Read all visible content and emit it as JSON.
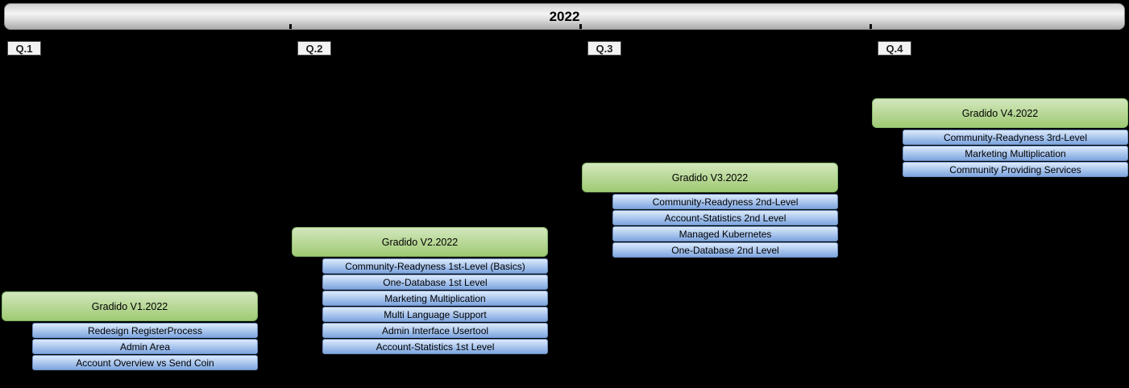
{
  "year": {
    "title": "2022"
  },
  "colors": {
    "background": "#000000",
    "year_bar_light": "#f4f4f4",
    "year_bar_dark": "#acacac",
    "release_green_top": "#d3e7bd",
    "release_green_bottom": "#9fca73",
    "release_green_border": "#82b366",
    "item_blue_top": "#dceafc",
    "item_blue_bottom": "#7ea6e0",
    "item_blue_border": "#6c8ebf",
    "quarter_label_bg": "#f2f2f2"
  },
  "quarters": [
    {
      "label": "Q.1",
      "release": "Gradido V1.2022",
      "items": [
        "Redesign RegisterProcess",
        "Admin Area",
        "Account Overview vs Send Coin"
      ]
    },
    {
      "label": "Q.2",
      "release": "Gradido V2.2022",
      "items": [
        "Community-Readyness 1st-Level (Basics)",
        "One-Database 1st Level",
        "Marketing Multiplication",
        "Multi Language Support",
        "Admin Interface Usertool",
        "Account-Statistics 1st Level"
      ]
    },
    {
      "label": "Q.3",
      "release": "Gradido V3.2022",
      "items": [
        "Community-Readyness 2nd-Level",
        "Account-Statistics 2nd Level",
        "Managed Kubernetes",
        "One-Database 2nd Level"
      ]
    },
    {
      "label": "Q.4",
      "release": "Gradido V4.2022",
      "items": [
        "Community-Readyness 3rd-Level",
        "Marketing Multiplication",
        "Community Providing Services"
      ]
    }
  ]
}
